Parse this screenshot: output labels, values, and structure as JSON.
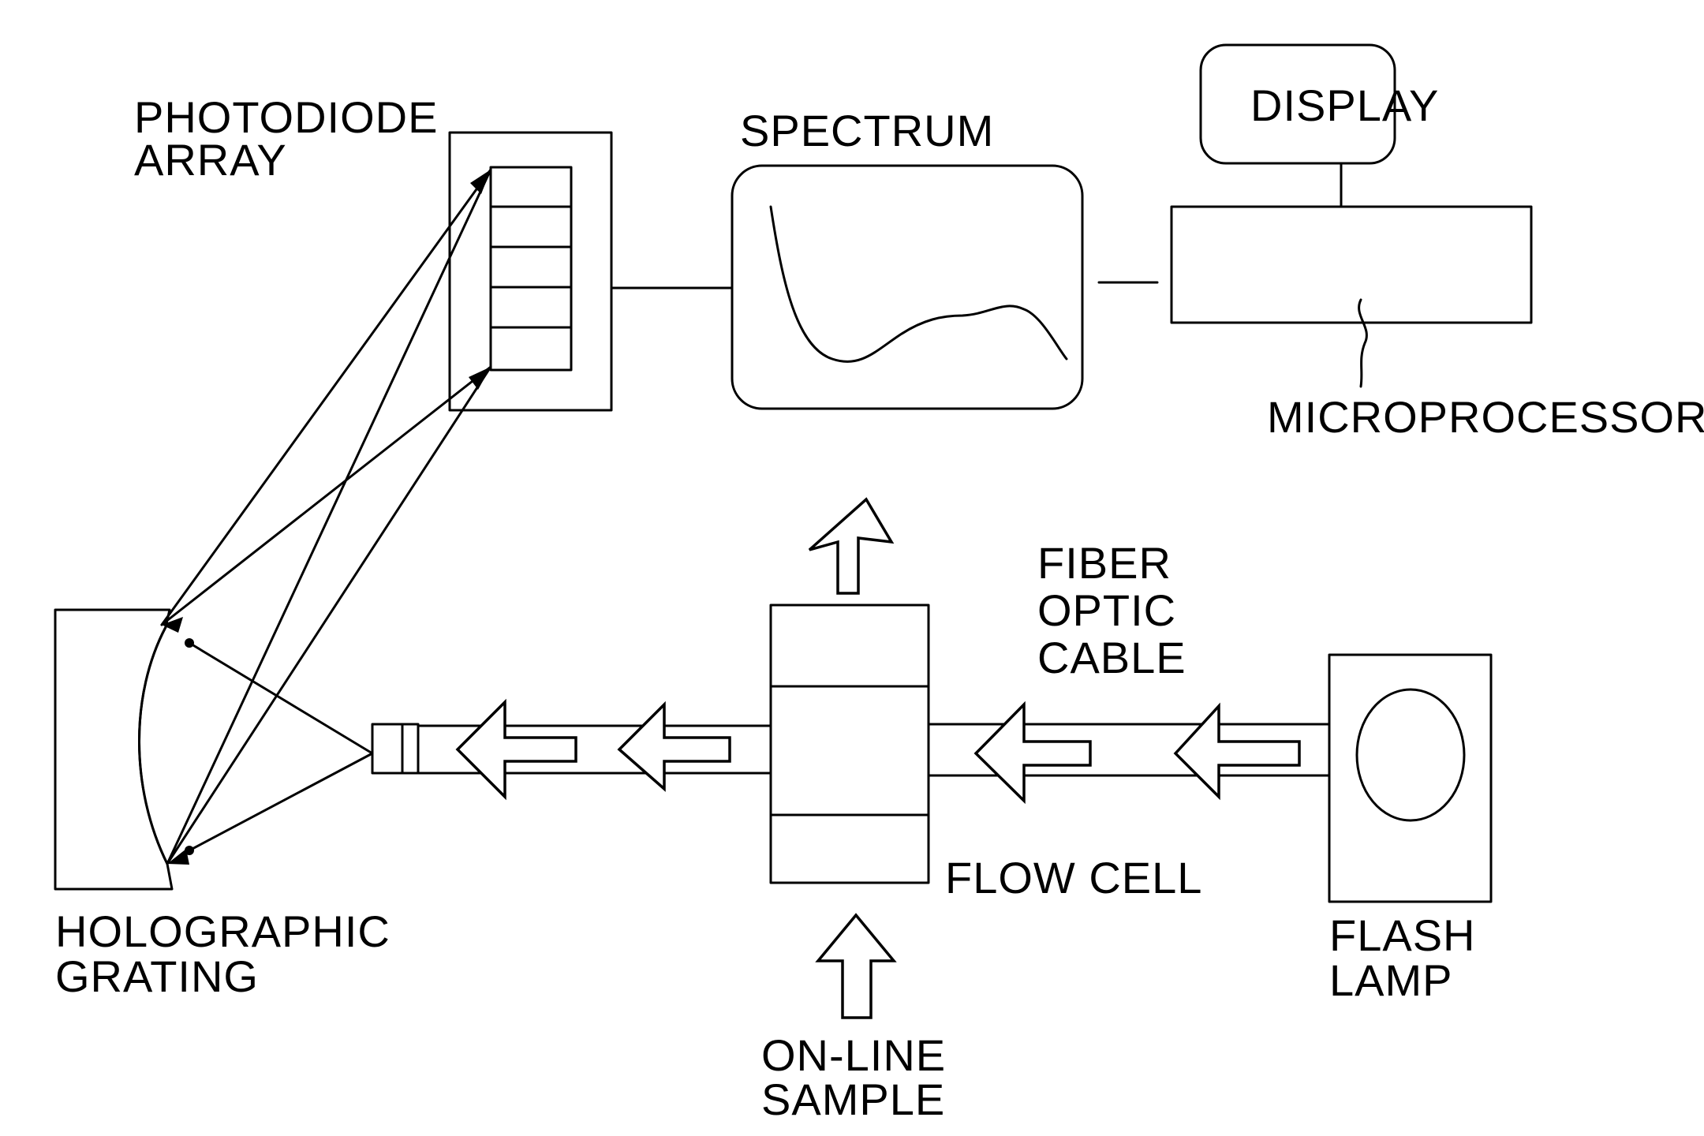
{
  "labels": {
    "photodiode_line1": "PHOTODIODE",
    "photodiode_line2": "ARRAY",
    "spectrum": "SPECTRUM",
    "display": "DISPLAY",
    "microprocessor": "MICROPROCESSOR",
    "fiber_line1": "FIBER",
    "fiber_line2": "OPTIC",
    "fiber_line3": "CABLE",
    "flow_cell": "FLOW CELL",
    "flash_line1": "FLASH",
    "flash_line2": "LAMP",
    "holographic_line1": "HOLOGRAPHIC",
    "holographic_line2": "GRATING",
    "sample_line1": "ON-LINE",
    "sample_line2": "SAMPLE"
  },
  "colors": {
    "ink": "#000000",
    "background": "#ffffff"
  }
}
